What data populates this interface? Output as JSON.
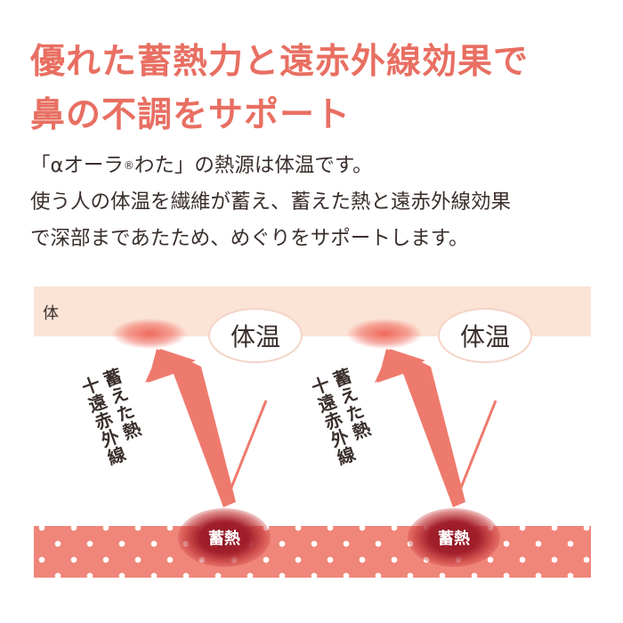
{
  "headline": {
    "line1": "優れた蓄熱力と遠赤外線効果で",
    "line2": "鼻の不調をサポート"
  },
  "body": {
    "line1_a": "「αオーラ",
    "line1_reg": "®",
    "line1_b": "わた」の熱源は体温です。",
    "line2": "使う人の体温を繊維が蓄え、蓄えた熱と遠赤外線効果",
    "line3": "で深部まであたため、めぐりをサポートします。"
  },
  "diagram": {
    "body_label": "体",
    "temp_label_left": "体温",
    "temp_label_right": "体温",
    "arrow_text_left": {
      "col1": "蓄えた熱",
      "col2": "十遠赤外線"
    },
    "arrow_text_right": {
      "col1": "蓄えた熱",
      "col2": "十遠赤外線"
    },
    "heat_label_left": "蓄熱",
    "heat_label_right": "蓄熱"
  },
  "colors": {
    "accent": "#e86f62",
    "band_light": "#fbe3d6",
    "band_dotted": "#f0857a",
    "heat_core": "#8c1624",
    "text": "#3a2f2c"
  }
}
